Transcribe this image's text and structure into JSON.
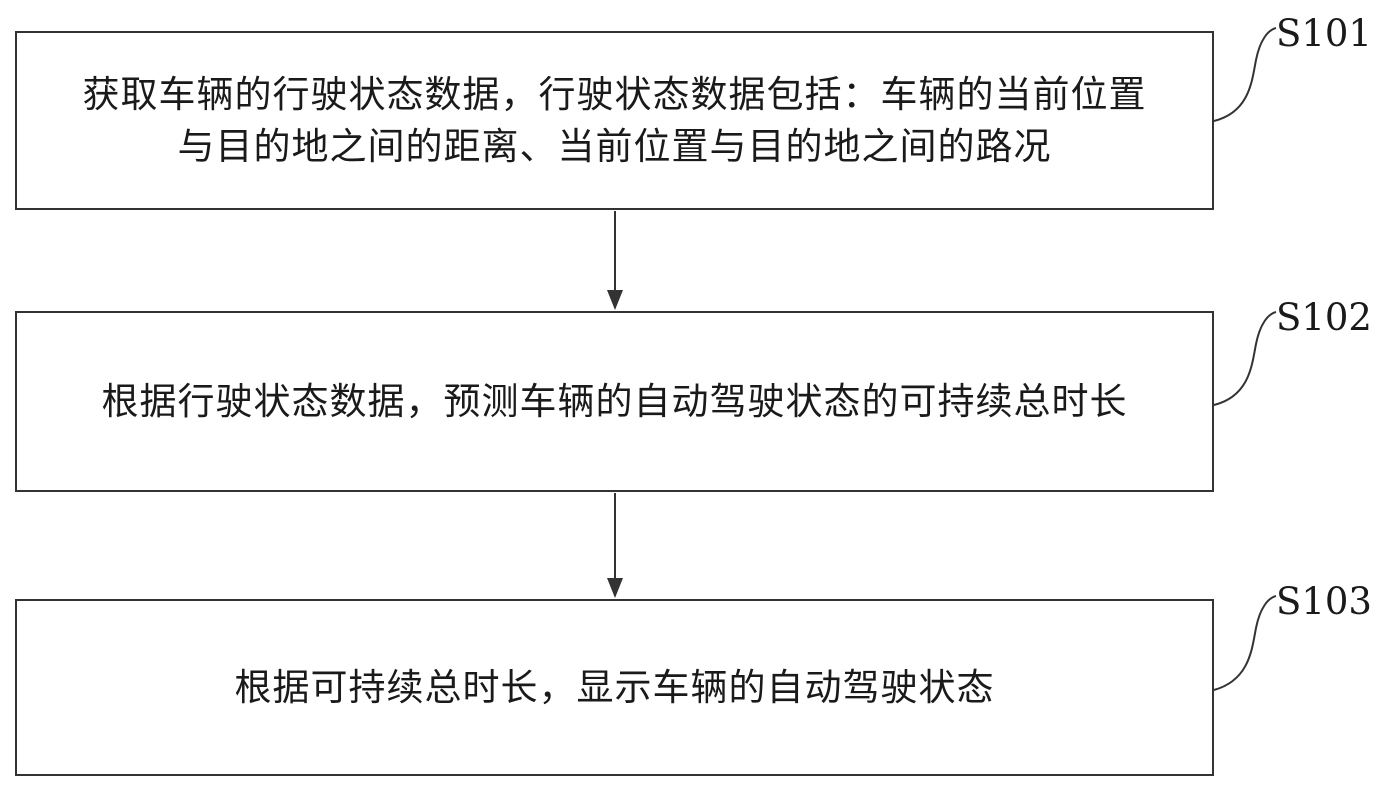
{
  "steps": [
    {
      "id": "S101",
      "text": "获取车辆的行驶状态数据，行驶状态数据包括：车辆的当前位置与目的地之间的距离、当前位置与目的地之间的路况"
    },
    {
      "id": "S102",
      "text": "根据行驶状态数据，预测车辆的自动驾驶状态的可持续总时长"
    },
    {
      "id": "S103",
      "text": "根据可持续总时长，显示车辆的自动驾驶状态"
    }
  ],
  "colors": {
    "line": "#333333",
    "text": "#1a1a1a",
    "background": "#ffffff"
  }
}
